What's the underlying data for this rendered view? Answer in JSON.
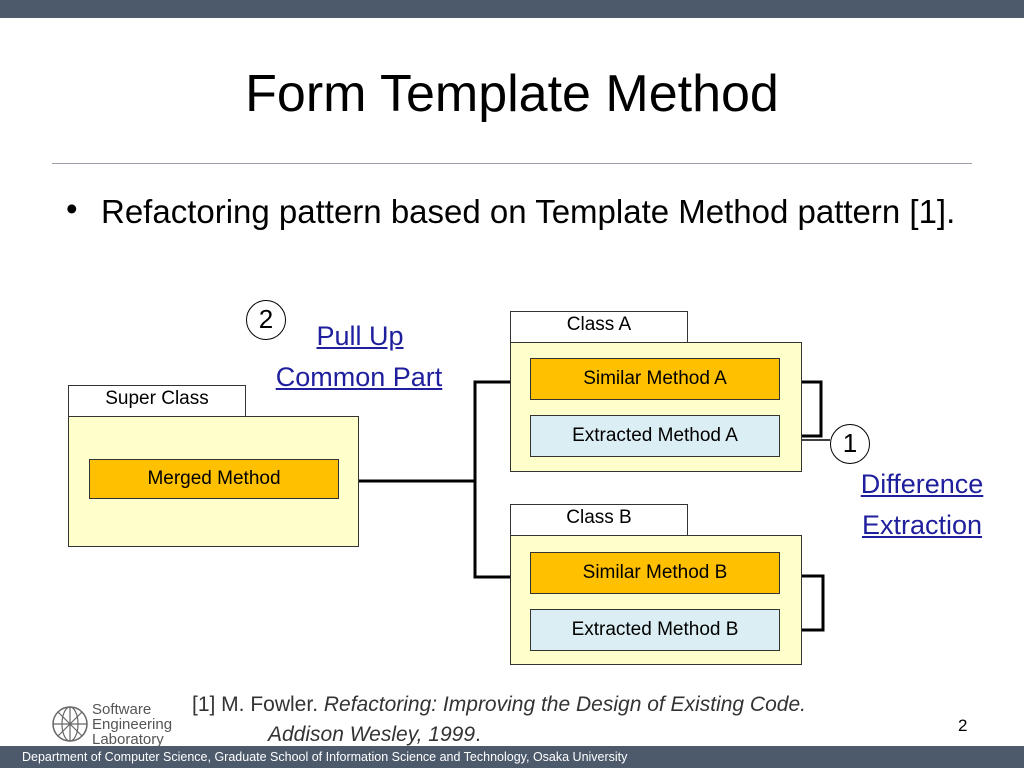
{
  "slide": {
    "title": "Form Template Method",
    "bullet_symbol": "•",
    "bullet_text": "Refactoring pattern based on Template Method pattern [1].",
    "page_number": "2"
  },
  "diagram": {
    "super_class": {
      "tab": "Super Class",
      "method": "Merged Method"
    },
    "class_a": {
      "tab": "Class A",
      "similar": "Similar Method A",
      "extracted": "Extracted Method A"
    },
    "class_b": {
      "tab": "Class B",
      "similar": "Similar Method B",
      "extracted": "Extracted Method B"
    },
    "step1": {
      "number": "1",
      "line1": "Difference",
      "line2": "Extraction"
    },
    "step2": {
      "number": "2",
      "line1": "Pull Up",
      "line2": "Common Part"
    },
    "colors": {
      "panel": "#ffffcc",
      "method_orange": "#ffc000",
      "method_cyan": "#daeef3",
      "link": "#1f1f9e"
    }
  },
  "reference": {
    "prefix": "[1] M. Fowler. ",
    "title": "Refactoring: Improving the Design of Existing Code.",
    "publisher": "Addison Wesley, 1999",
    "suffix": "."
  },
  "logo": {
    "line1": "Software",
    "line2": "Engineering",
    "line3": "Laboratory",
    "icon": "globe-grid-icon"
  },
  "footer": {
    "text": "Department of Computer Science, Graduate School of Information Science and Technology, Osaka University"
  }
}
